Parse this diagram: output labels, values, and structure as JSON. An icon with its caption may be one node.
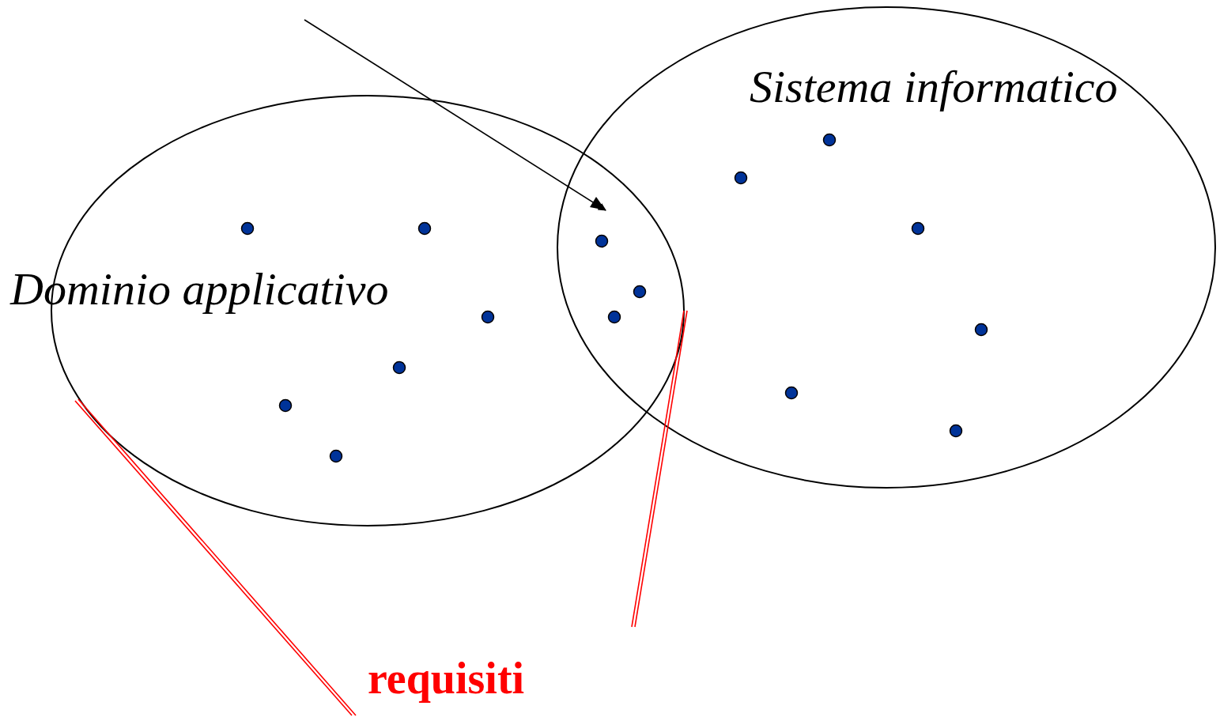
{
  "diagram": {
    "nodes": [
      {
        "text": [
          "Dominio applicativo"
        ]
      },
      {
        "text": [
          "Sistema informatico"
        ]
      }
    ],
    "edges": [],
    "labels": [
      "requisiti"
    ]
  }
}
